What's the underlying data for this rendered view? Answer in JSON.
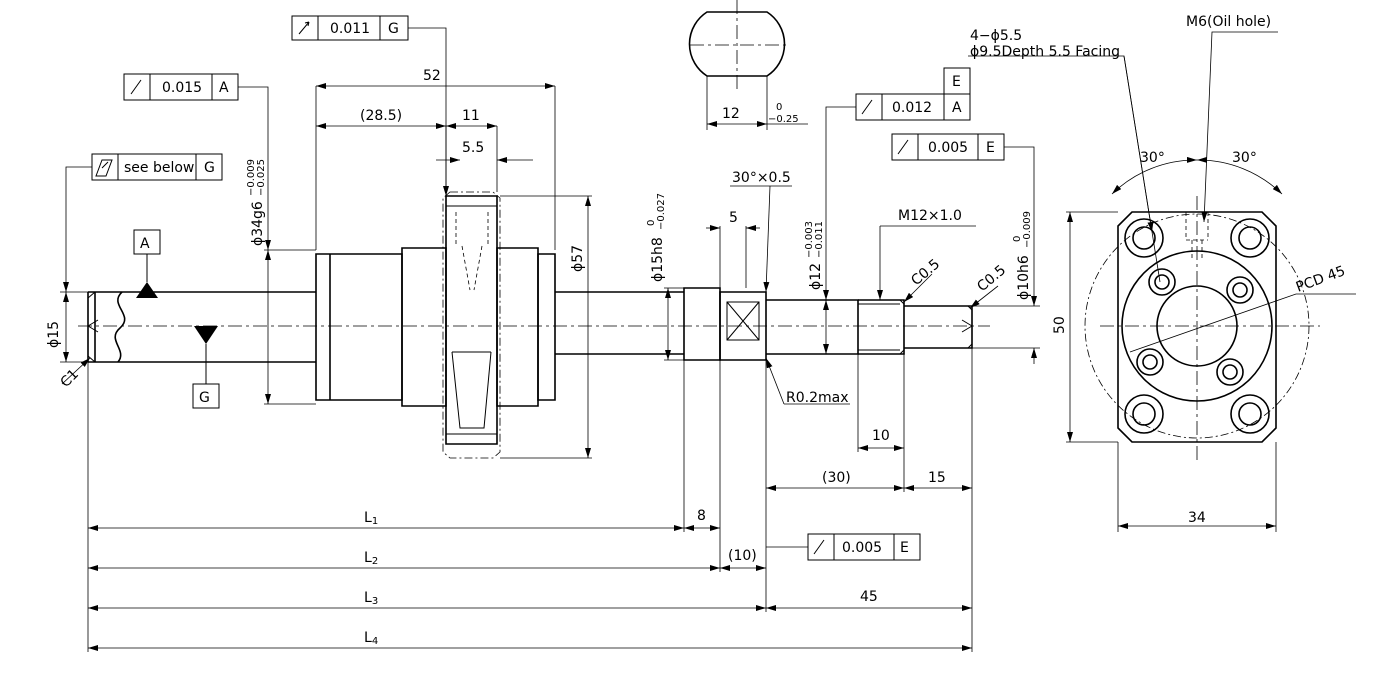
{
  "dimensions": {
    "nut_length": "52",
    "nut_offset": "(28.5)",
    "flange_width": "11",
    "flange_groove": "5.5",
    "flange_od": "ϕ57",
    "nut_od_nominal": "ϕ34g6",
    "nut_od_tol_upper": "−0.009",
    "nut_od_tol_lower": "−0.025",
    "shaft_dia": "ϕ15",
    "chamfer_left": "C1",
    "brg_journal": "ϕ15h8",
    "brg_tol_upper": "0",
    "brg_tol_lower": "−0.027",
    "wrench_flat": "5",
    "flat_width": "12",
    "flat_tol_upper": "0",
    "flat_tol_lower": "−0.25",
    "groove_chamfer": "30°×0.5",
    "support_dia": "ϕ12",
    "support_tol_upper": "−0.003",
    "support_tol_lower": "−0.011",
    "thread": "M12×1.0",
    "chamfer_c05_a": "C0.5",
    "chamfer_c05_b": "C0.5",
    "end_dia": "ϕ10h6",
    "end_tol_upper": "0",
    "end_tol_lower": "−0.009",
    "radius": "R0.2max",
    "thread_len": "10",
    "len_30": "(30)",
    "len_15": "15",
    "len_8": "8",
    "len_10": "(10)",
    "len_45": "45",
    "L1": "L",
    "L1_sub": "1",
    "L2": "L",
    "L2_sub": "2",
    "L3": "L",
    "L3_sub": "3",
    "L4": "L",
    "L4_sub": "4"
  },
  "tolerances": {
    "tol1": {
      "value": "0.011",
      "datum": "G"
    },
    "tol2": {
      "value": "0.015",
      "datum": "A"
    },
    "tol3": {
      "value": "see below",
      "datum": "G"
    },
    "tol4": {
      "value": "0.012",
      "datum": "A",
      "datum_top": "E"
    },
    "tol5": {
      "value": "0.005",
      "datum": "E"
    },
    "tol6": {
      "value": "0.005",
      "datum": "E"
    }
  },
  "datums": {
    "a": "A",
    "g": "G"
  },
  "housing": {
    "hole_note_1": "4−ϕ5.5",
    "hole_note_2": "ϕ9.5Depth 5.5 Facing",
    "oil_hole": "M6(Oil hole)",
    "angle_left": "30°",
    "angle_right": "30°",
    "pcd": "PCD 45",
    "height": "50",
    "width": "34"
  }
}
